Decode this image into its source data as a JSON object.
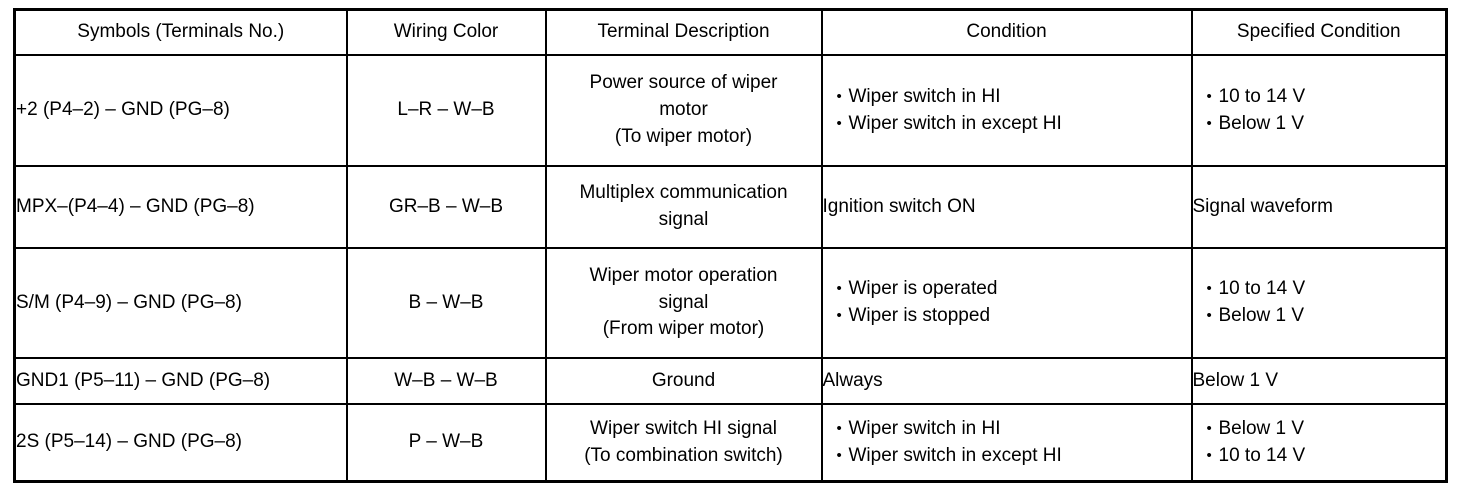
{
  "table": {
    "columns": [
      "Symbols (Terminals No.)",
      "Wiring Color",
      "Terminal Description",
      "Condition",
      "Specified Condition"
    ],
    "rows": [
      {
        "symbols": "+2 (P4–2) – GND (PG–8)",
        "wiring_color": "L–R – W–B",
        "terminal_description": [
          "Power source of wiper",
          "motor",
          "(To wiper motor)"
        ],
        "condition": [
          "Wiper switch in HI",
          "Wiper switch in except HI"
        ],
        "specified_condition": [
          "10 to 14 V",
          "Below 1 V"
        ]
      },
      {
        "symbols": "MPX–(P4–4) – GND (PG–8)",
        "wiring_color": "GR–B – W–B",
        "terminal_description": [
          "Multiplex communication",
          "signal"
        ],
        "condition": [
          "Ignition switch ON"
        ],
        "specified_condition": [
          "Signal waveform"
        ]
      },
      {
        "symbols": "S/M (P4–9) – GND (PG–8)",
        "wiring_color": "B – W–B",
        "terminal_description": [
          "Wiper motor operation",
          "signal",
          "(From wiper motor)"
        ],
        "condition": [
          "Wiper is operated",
          "Wiper is stopped"
        ],
        "specified_condition": [
          "10 to 14 V",
          "Below 1 V"
        ]
      },
      {
        "symbols": "GND1 (P5–11) – GND (PG–8)",
        "wiring_color": "W–B – W–B",
        "terminal_description": [
          "Ground"
        ],
        "condition": [
          "Always"
        ],
        "specified_condition": [
          "Below 1 V"
        ]
      },
      {
        "symbols": "2S (P5–14) – GND (PG–8)",
        "wiring_color": "P – W–B",
        "terminal_description": [
          "Wiper switch HI signal",
          "(To combination switch)"
        ],
        "condition": [
          "Wiper switch in HI",
          "Wiper switch in except HI"
        ],
        "specified_condition": [
          "Below 1 V",
          "10 to 14 V"
        ]
      }
    ]
  },
  "colors": {
    "border": "#000000",
    "text": "#000000",
    "background": "#ffffff"
  }
}
